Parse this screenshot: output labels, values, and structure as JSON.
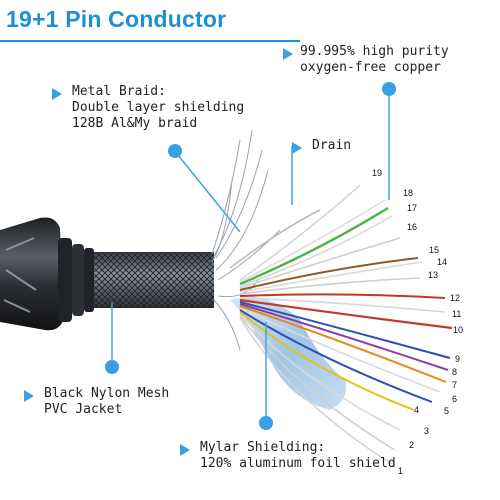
{
  "title": "19+1 Pin Conductor",
  "callouts": {
    "copper_line1": "99.995% high purity",
    "copper_line2": "oxygen-free copper",
    "braid_line1": "Metal Braid:",
    "braid_line2": "Double layer shielding",
    "braid_line3": "128B Al&My braid",
    "drain": "Drain",
    "jacket_line1": "Black Nylon Mesh",
    "jacket_line2": "PVC Jacket",
    "mylar_line1": "Mylar Shielding:",
    "mylar_line2": "120% aluminum foil shield"
  },
  "pins": [
    "1",
    "2",
    "3",
    "4",
    "5",
    "6",
    "7",
    "8",
    "9",
    "10",
    "11",
    "12",
    "13",
    "14",
    "15",
    "16",
    "17",
    "18",
    "19"
  ],
  "colors": {
    "accent": "#1e8fd6",
    "callout_marker": "#3aa0e6",
    "jacket": "#2b2e33",
    "braid": "#6d7680",
    "mylar": "#9fc7e6",
    "wire_green": "#4db34d",
    "wire_red": "#c0392b",
    "wire_blue": "#2f4fb5",
    "wire_purple": "#8a3fa0",
    "wire_orange": "#e08a1e",
    "wire_brown": "#8b5a2b",
    "wire_yellow": "#e3c21a"
  }
}
